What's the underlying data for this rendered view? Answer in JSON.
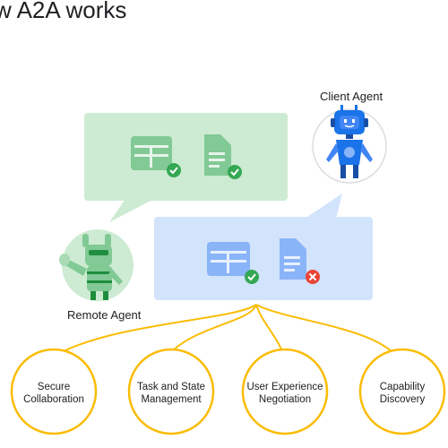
{
  "title": "w A2A works",
  "agents": {
    "client": "Client Agent",
    "remote": "Remote Agent"
  },
  "capabilities": [
    {
      "line1": "Secure",
      "line2": "Collaboration"
    },
    {
      "line1": "Task and State",
      "line2": "Management"
    },
    {
      "line1": "User Experience",
      "line2": "Negotiation"
    },
    {
      "line1": "Capability",
      "line2": "Discovery"
    }
  ],
  "colors": {
    "green_bubble": "#cdebd2",
    "blue_bubble": "#d2e3fc",
    "green_icon": "#81c995",
    "blue_icon": "#8ab4f8",
    "check": "#34a853",
    "error": "#ea4335",
    "gold": "#fbbc04",
    "robot_blue": "#1a73e8"
  }
}
